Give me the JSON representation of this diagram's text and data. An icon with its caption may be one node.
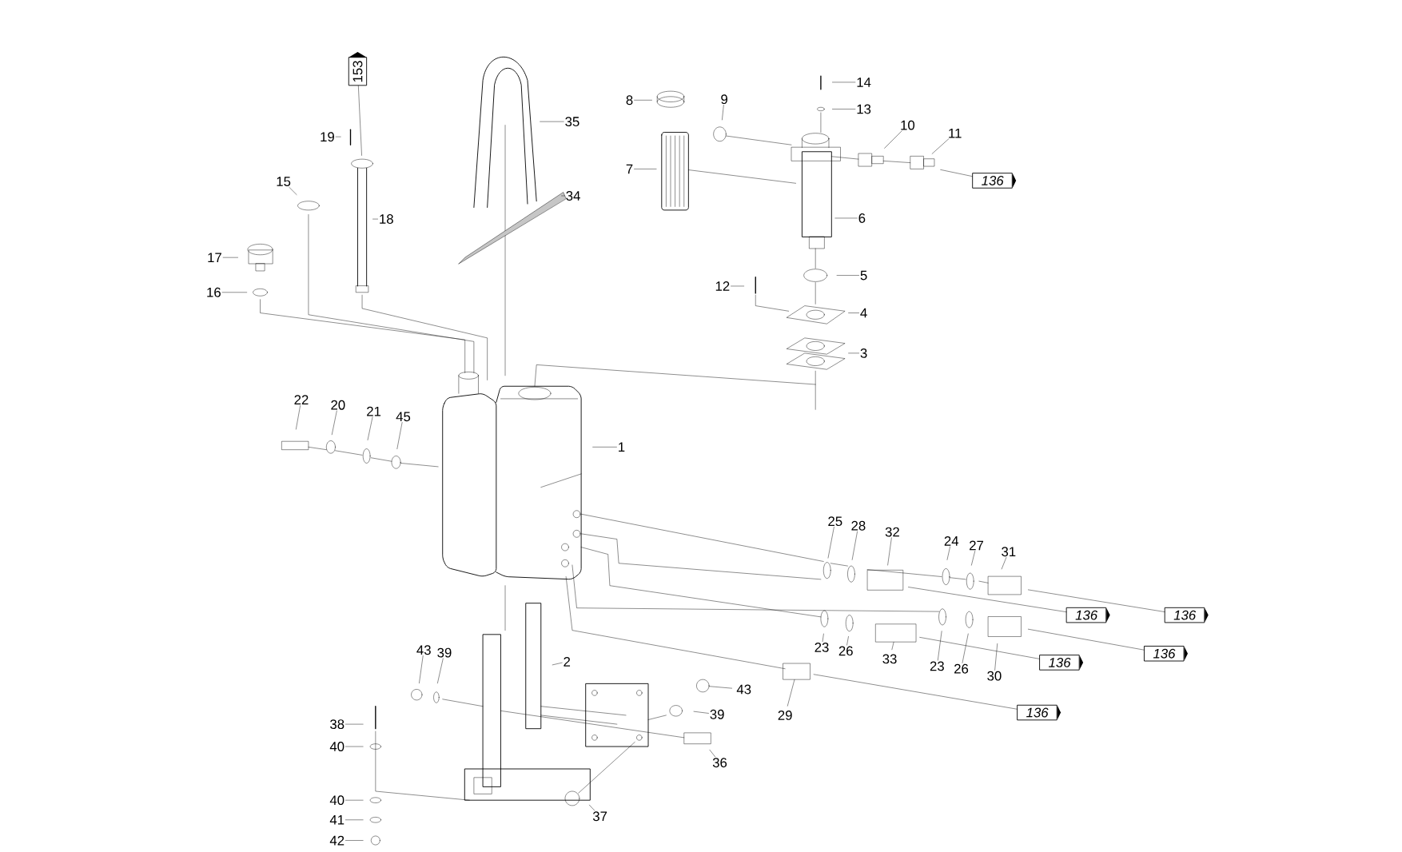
{
  "diagram": {
    "nodes": [
      {
        "text": [
          "1"
        ]
      },
      {
        "text": [
          "2"
        ]
      },
      {
        "text": [
          "3"
        ]
      },
      {
        "text": [
          "4"
        ]
      },
      {
        "text": [
          "5"
        ]
      },
      {
        "text": [
          "6"
        ]
      },
      {
        "text": [
          "7"
        ]
      },
      {
        "text": [
          "8"
        ]
      },
      {
        "text": [
          "9"
        ]
      },
      {
        "text": [
          "10"
        ]
      },
      {
        "text": [
          "11"
        ]
      },
      {
        "text": [
          "12"
        ]
      },
      {
        "text": [
          "13"
        ]
      },
      {
        "text": [
          "14"
        ]
      },
      {
        "text": [
          "15"
        ]
      },
      {
        "text": [
          "16"
        ]
      },
      {
        "text": [
          "17"
        ]
      },
      {
        "text": [
          "18"
        ]
      },
      {
        "text": [
          "19"
        ]
      },
      {
        "text": [
          "20"
        ]
      },
      {
        "text": [
          "21"
        ]
      },
      {
        "text": [
          "22"
        ]
      },
      {
        "text": [
          "23"
        ]
      },
      {
        "text": [
          "23"
        ]
      },
      {
        "text": [
          "24"
        ]
      },
      {
        "text": [
          "25"
        ]
      },
      {
        "text": [
          "26"
        ]
      },
      {
        "text": [
          "26"
        ]
      },
      {
        "text": [
          "27"
        ]
      },
      {
        "text": [
          "28"
        ]
      },
      {
        "text": [
          "29"
        ]
      },
      {
        "text": [
          "30"
        ]
      },
      {
        "text": [
          "31"
        ]
      },
      {
        "text": [
          "32"
        ]
      },
      {
        "text": [
          "33"
        ]
      },
      {
        "text": [
          "34"
        ]
      },
      {
        "text": [
          "35"
        ]
      },
      {
        "text": [
          "36"
        ]
      },
      {
        "text": [
          "37"
        ]
      },
      {
        "text": [
          "38"
        ]
      },
      {
        "text": [
          "39"
        ]
      },
      {
        "text": [
          "39"
        ]
      },
      {
        "text": [
          "40"
        ]
      },
      {
        "text": [
          "40"
        ]
      },
      {
        "text": [
          "41"
        ]
      },
      {
        "text": [
          "42"
        ]
      },
      {
        "text": [
          "43"
        ]
      },
      {
        "text": [
          "43"
        ]
      },
      {
        "text": [
          "45"
        ]
      },
      {
        "text": [
          "153"
        ]
      },
      {
        "text": [
          "136"
        ]
      },
      {
        "text": [
          "136"
        ]
      },
      {
        "text": [
          "136"
        ]
      },
      {
        "text": [
          "136"
        ]
      },
      {
        "text": [
          "136"
        ]
      },
      {
        "text": [
          "136"
        ]
      },
      {
        "text": [],
        "shape": "box"
      },
      {
        "text": [],
        "shape": "box"
      },
      {
        "text": [],
        "shape": "circle"
      },
      {
        "text": [],
        "shape": "ellipse"
      }
    ],
    "edges": [
      {
        "from": 0,
        "to": null,
        "arrow": "none"
      },
      {
        "from": 1,
        "to": null,
        "arrow": "none"
      },
      {
        "from": 2,
        "to": null,
        "arrow": "none"
      },
      {
        "from": 3,
        "to": null,
        "arrow": "none"
      },
      {
        "from": 4,
        "to": null,
        "arrow": "none"
      },
      {
        "from": 5,
        "to": null,
        "arrow": "none"
      },
      {
        "from": 6,
        "to": null,
        "arrow": "none"
      },
      {
        "from": 7,
        "to": null,
        "arrow": "none"
      },
      {
        "from": 8,
        "to": null,
        "arrow": "none"
      },
      {
        "from": 9,
        "to": null,
        "arrow": "none"
      },
      {
        "from": 10,
        "to": null,
        "arrow": "none"
      },
      {
        "from": 11,
        "to": null,
        "arrow": "none"
      },
      {
        "from": 12,
        "to": null,
        "arrow": "none"
      },
      {
        "from": 13,
        "to": null,
        "arrow": "none"
      },
      {
        "from": 14,
        "to": null,
        "arrow": "none"
      },
      {
        "from": 15,
        "to": null,
        "arrow": "none"
      },
      {
        "from": 16,
        "to": null,
        "arrow": "none"
      },
      {
        "from": 17,
        "to": null,
        "arrow": "none"
      },
      {
        "from": 18,
        "to": null,
        "arrow": "none"
      },
      {
        "from": 19,
        "to": null,
        "arrow": "none"
      },
      {
        "from": 20,
        "to": null,
        "arrow": "none"
      },
      {
        "from": 21,
        "to": null,
        "arrow": "none"
      },
      {
        "from": 22,
        "to": null,
        "arrow": "none"
      },
      {
        "from": 23,
        "to": null,
        "arrow": "none"
      },
      {
        "from": 24,
        "to": null,
        "arrow": "none"
      },
      {
        "from": 25,
        "to": null,
        "arrow": "none"
      },
      {
        "from": 26,
        "to": null,
        "arrow": "none"
      },
      {
        "from": 27,
        "to": null,
        "arrow": "none"
      },
      {
        "from": 28,
        "to": null,
        "arrow": "none"
      },
      {
        "from": 29,
        "to": null,
        "arrow": "none"
      },
      {
        "from": 30,
        "to": 57,
        "arrow": "none"
      },
      {
        "from": 31,
        "to": null,
        "arrow": "none"
      },
      {
        "from": 32,
        "to": null,
        "arrow": "none"
      },
      {
        "from": 33,
        "to": null,
        "arrow": "none"
      },
      {
        "from": 34,
        "to": 56,
        "arrow": "none"
      },
      {
        "from": 35,
        "to": null,
        "arrow": "none"
      },
      {
        "from": 36,
        "to": null,
        "arrow": "none"
      },
      {
        "from": 37,
        "to": null,
        "arrow": "none"
      },
      {
        "from": 38,
        "to": null,
        "arrow": "none"
      },
      {
        "from": 39,
        "to": null,
        "arrow": "none"
      },
      {
        "from": 40,
        "to": null,
        "arrow": "none"
      },
      {
        "from": 41,
        "to": null,
        "arrow": "none"
      },
      {
        "from": 42,
        "to": null,
        "arrow": "none"
      },
      {
        "from": 43,
        "to": null,
        "arrow": "none"
      },
      {
        "from": 44,
        "to": null,
        "arrow": "none"
      },
      {
        "from": 45,
        "to": null,
        "arrow": "none"
      },
      {
        "from": 46,
        "to": null,
        "arrow": "none"
      },
      {
        "from": 47,
        "to": 58,
        "arrow": "none"
      },
      {
        "from": 48,
        "to": null,
        "arrow": "none"
      },
      {
        "from": 59,
        "to": 49,
        "arrow": "none"
      },
      {
        "from": null,
        "to": 50,
        "arrow": "none"
      },
      {
        "from": null,
        "to": 51,
        "arrow": "none"
      },
      {
        "from": null,
        "to": 52,
        "arrow": "none"
      },
      {
        "from": 56,
        "to": 53,
        "arrow": "none"
      },
      {
        "from": null,
        "to": 54,
        "arrow": "none"
      },
      {
        "from": 57,
        "to": 55,
        "arrow": "none"
      }
    ]
  }
}
